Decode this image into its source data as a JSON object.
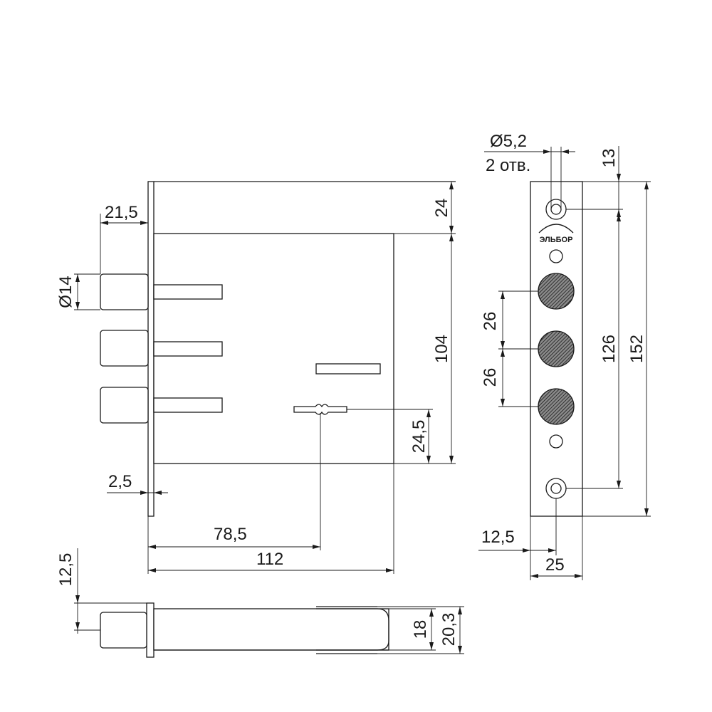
{
  "front_view": {
    "dims": {
      "backset_bolt": "21,5",
      "bolt_diameter": "Ø14",
      "top_offset": "24",
      "case_height": "104",
      "keyhole_from_bottom": "24,5",
      "faceplate_thickness": "2,5",
      "keyhole_from_faceplate": "78,5",
      "case_depth": "112"
    }
  },
  "faceplate_view": {
    "dims": {
      "hole_diameter": "Ø5,2",
      "hole_count": "2 отв.",
      "hole_top_offset": "13",
      "bolt_pitch_1": "26",
      "bolt_pitch_2": "26",
      "hole_spacing": "126",
      "faceplate_height": "152",
      "hole_center_offset": "12,5",
      "faceplate_width": "25"
    },
    "logo_text": "ЭЛЬБОР"
  },
  "bottom_view": {
    "dims": {
      "bolt_axis_offset": "12,5",
      "case_thickness": "18",
      "total_thickness": "20,3"
    }
  },
  "colors": {
    "line": "#1a1a1a",
    "bolt_hatch": "#1a1a1a",
    "background": "#ffffff"
  }
}
